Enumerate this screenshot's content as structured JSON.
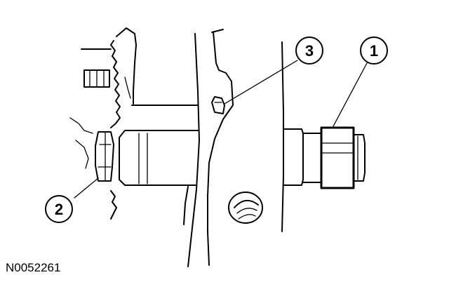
{
  "figure_id": "N0052261",
  "callouts": [
    {
      "label": "1",
      "part": "sensor-connector"
    },
    {
      "label": "2",
      "part": "sprocket-nut"
    },
    {
      "label": "3",
      "part": "housing-locating-pin"
    }
  ]
}
